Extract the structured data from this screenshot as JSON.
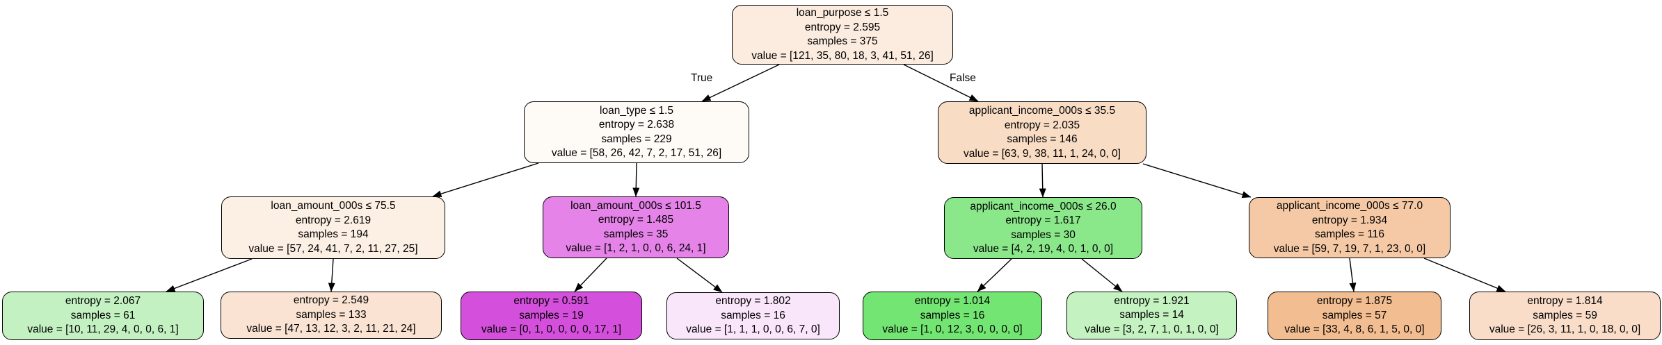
{
  "edge_labels": {
    "true": "True",
    "false": "False"
  },
  "nodes": [
    {
      "id": "root",
      "condition": "loan_purpose ≤ 1.5",
      "entropy": "entropy = 2.595",
      "samples": "samples = 375",
      "value": "value = [121, 35, 80, 18, 3, 41, 51, 26]",
      "color": "#fcecdf"
    },
    {
      "id": "l",
      "condition": "loan_type ≤ 1.5",
      "entropy": "entropy = 2.638",
      "samples": "samples = 229",
      "value": "value = [58, 26, 42, 7, 2, 17, 51, 26]",
      "color": "#fefaf6"
    },
    {
      "id": "r",
      "condition": "applicant_income_000s ≤ 35.5",
      "entropy": "entropy = 2.035",
      "samples": "samples = 146",
      "value": "value = [63, 9, 38, 11, 1, 24, 0, 0]",
      "color": "#f8dcc4"
    },
    {
      "id": "ll",
      "condition": "loan_amount_000s ≤ 75.5",
      "entropy": "entropy = 2.619",
      "samples": "samples = 194",
      "value": "value = [57, 24, 41, 7, 2, 11, 27, 25]",
      "color": "#fcefe3"
    },
    {
      "id": "lr",
      "condition": "loan_amount_000s ≤ 101.5",
      "entropy": "entropy = 1.485",
      "samples": "samples = 35",
      "value": "value = [1, 2, 1, 0, 0, 6, 24, 1]",
      "color": "#e583e9"
    },
    {
      "id": "rl",
      "condition": "applicant_income_000s ≤ 26.0",
      "entropy": "entropy = 1.617",
      "samples": "samples = 30",
      "value": "value = [4, 2, 19, 4, 0, 1, 0, 0]",
      "color": "#8ae88a"
    },
    {
      "id": "rr",
      "condition": "applicant_income_000s ≤ 77.0",
      "entropy": "entropy = 1.934",
      "samples": "samples = 116",
      "value": "value = [59, 7, 19, 7, 1, 23, 0, 0]",
      "color": "#f5c9a5"
    },
    {
      "id": "lll",
      "entropy": "entropy = 2.067",
      "samples": "samples = 61",
      "value": "value = [10, 11, 29, 4, 0, 0, 6, 1]",
      "color": "#c3f1c1"
    },
    {
      "id": "llr",
      "entropy": "entropy = 2.549",
      "samples": "samples = 133",
      "value": "value = [47, 13, 12, 3, 2, 11, 21, 24]",
      "color": "#fae3d2"
    },
    {
      "id": "lrl",
      "entropy": "entropy = 0.591",
      "samples": "samples = 19",
      "value": "value = [0, 1, 0, 0, 0, 0, 17, 1]",
      "color": "#d54fdd"
    },
    {
      "id": "lrr",
      "entropy": "entropy = 1.802",
      "samples": "samples = 16",
      "value": "value = [1, 1, 1, 0, 0, 6, 7, 0]",
      "color": "#fae6fb"
    },
    {
      "id": "rll",
      "entropy": "entropy = 1.014",
      "samples": "samples = 16",
      "value": "value = [1, 0, 12, 3, 0, 0, 0, 0]",
      "color": "#72e572"
    },
    {
      "id": "rlr",
      "entropy": "entropy = 1.921",
      "samples": "samples = 14",
      "value": "value = [3, 2, 7, 1, 0, 1, 0, 0]",
      "color": "#c4f2c0"
    },
    {
      "id": "rrl",
      "entropy": "entropy = 1.875",
      "samples": "samples = 57",
      "value": "value = [33, 4, 8, 6, 1, 5, 0, 0]",
      "color": "#f2bd90"
    },
    {
      "id": "rrr",
      "entropy": "entropy = 1.814",
      "samples": "samples = 59",
      "value": "value = [26, 3, 11, 1, 0, 18, 0, 0]",
      "color": "#f9ddc9"
    }
  ]
}
